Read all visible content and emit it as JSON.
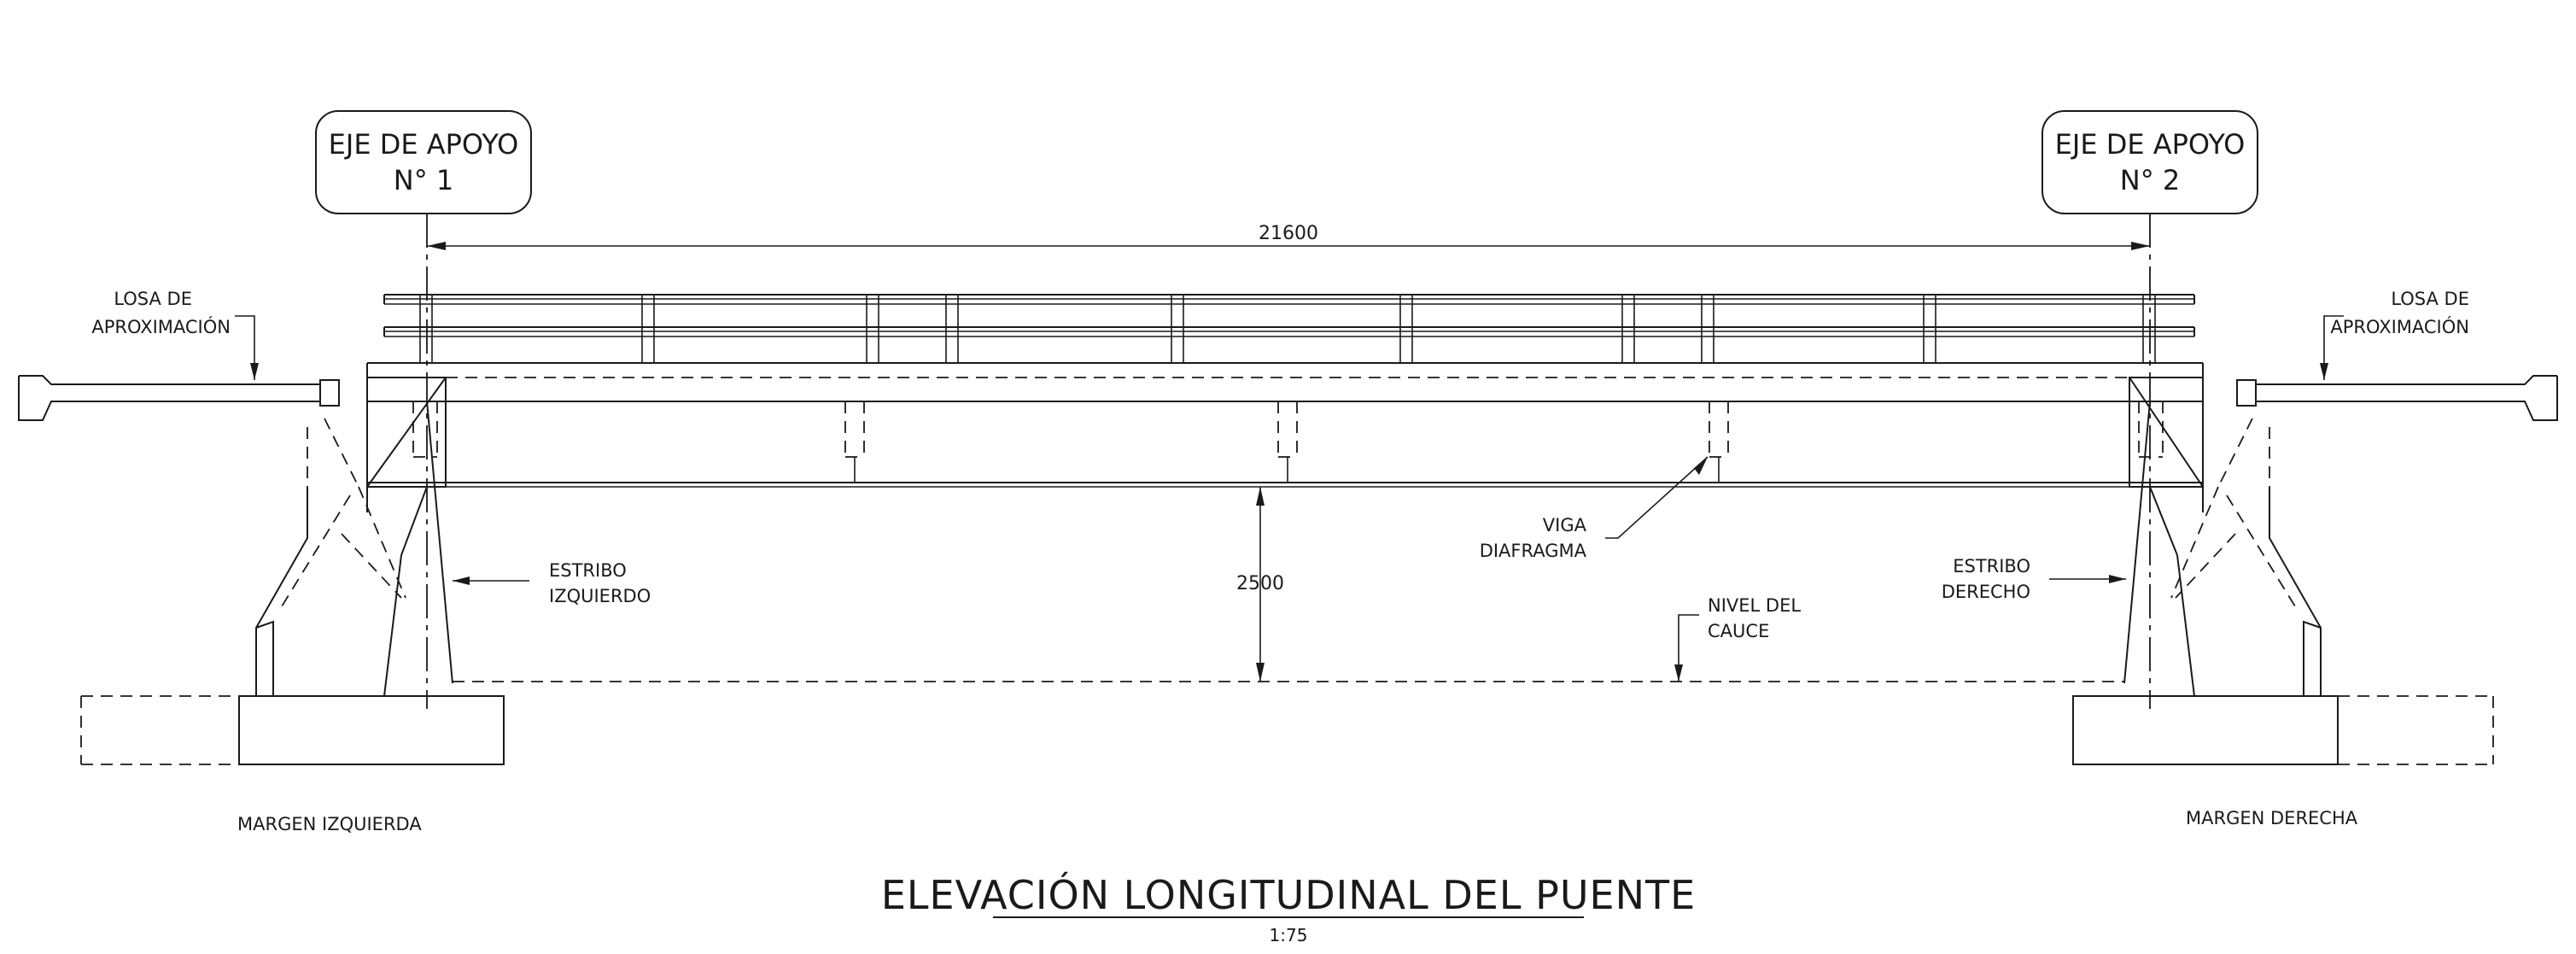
{
  "labels": {
    "axis1_line1": "EJE DE APOYO",
    "axis1_line2": "N° 1",
    "axis2_line1": "EJE DE APOYO",
    "axis2_line2": "N° 2",
    "approach_left_line1": "LOSA DE",
    "approach_left_line2": "APROXIMACIÓN",
    "approach_right_line1": "LOSA DE",
    "approach_right_line2": "APROXIMACIÓN",
    "span_dimension": "21600",
    "clearance_dimension": "2500",
    "diaphragm_line1": "VIGA",
    "diaphragm_line2": "DIAFRAGMA",
    "abutment_left_line1": "ESTRIBO",
    "abutment_left_line2": "IZQUIERDO",
    "abutment_right_line1": "ESTRIBO",
    "abutment_right_line2": "DERECHO",
    "riverbed_line1": "NIVEL DEL",
    "riverbed_line2": "CAUCE",
    "bank_left": "MARGEN IZQUIERDA",
    "bank_right": "MARGEN DERECHA",
    "title": "ELEVACIÓN LONGITUDINAL DEL PUENTE",
    "scale": "1:75"
  }
}
